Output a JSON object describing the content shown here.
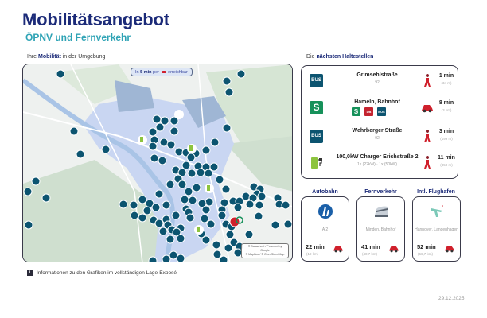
{
  "header": {
    "title": "Mobilitätsangebot",
    "subtitle": "ÖPNV und Fernverkehr"
  },
  "map": {
    "label_prefix": "Ihre",
    "label_bold": "Mobilität",
    "label_suffix": "in der Umgebung",
    "chip_prefix": "In",
    "chip_bold": "5 min",
    "chip_mid": "per",
    "chip_icon": "car-icon",
    "chip_suffix": "erreichbar",
    "attribution_line1": "© Datawheel / Powered by Google",
    "attribution_line2": "© MapBox / © OpenStreetMap",
    "marker_label": "BUS",
    "colors": {
      "reachable_area": "#c9d6f2",
      "water": "#a9c4e6",
      "forest": "#cfe0cf",
      "bus_marker": "#0c5470"
    }
  },
  "stops": {
    "heading_prefix": "Die",
    "heading_bold": "nächsten Haltestellen",
    "items": [
      {
        "type": "bus",
        "icon_label": "BUS",
        "name": "Grimsehlstraße",
        "sub": "92",
        "mode": "walk",
        "time": "1 min",
        "distance": "(34 m)"
      },
      {
        "type": "sbahn",
        "icon_label": "S",
        "name": "Hameln, Bahnhof",
        "badges": [
          "S",
          "DB",
          "BUS"
        ],
        "mode": "car",
        "time": "8 min",
        "distance": "(3 km)"
      },
      {
        "type": "bus",
        "icon_label": "BUS",
        "name": "Wehrberger Straße",
        "sub": "92",
        "mode": "walk",
        "time": "3 min",
        "distance": "(199 m)"
      },
      {
        "type": "charger",
        "name": "100,0kW Charger Erichstraße 2",
        "sub": "1x (22kW) · 1x (50kW)",
        "mode": "walk",
        "time": "11 min",
        "distance": "(850 m)"
      }
    ]
  },
  "travel": [
    {
      "heading": "Autobahn",
      "icon": "autobahn-icon",
      "name": "A 2",
      "time": "22 min",
      "distance": "(19 km)"
    },
    {
      "heading": "Fernverkehr",
      "icon": "train-icon",
      "name": "Minden, Bahnhof",
      "time": "41 min",
      "distance": "(40,7 km)"
    },
    {
      "heading": "Intl. Flughafen",
      "icon": "airplane-icon",
      "name": "Hannover, Langenhagen",
      "time": "52 min",
      "distance": "(66,7 km)"
    }
  ],
  "footer": {
    "info_icon": "i",
    "note": "Informationen zu den Grafiken im vollständigen Lage-Exposé",
    "date": "29.12.2025"
  }
}
